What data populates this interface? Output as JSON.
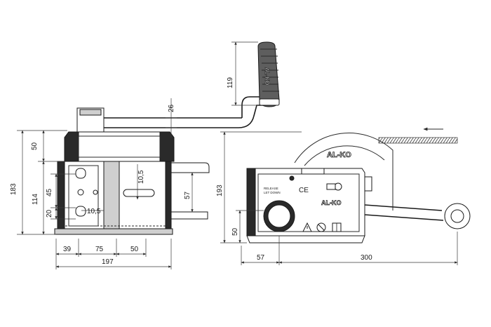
{
  "front_view": {
    "dims": {
      "d_50_top": "50",
      "d_183": "183",
      "d_114": "114",
      "d_45": "45",
      "d_20": "20",
      "d_10_5_left": "10,5",
      "d_10_5_right": "10,5",
      "d_57": "57",
      "d_39": "39",
      "d_75": "75",
      "d_50_bottom": "50",
      "d_197": "197",
      "d_26": "26",
      "d_119": "119"
    },
    "handle_text": "AL-KO"
  },
  "side_view": {
    "dims": {
      "d_193": "193",
      "d_50": "50",
      "d_57": "57",
      "d_300": "300"
    },
    "brand_drum": "AL-KO",
    "brand_plate": "AL-KO",
    "label_ce": "CE",
    "label_small_1": "RELEASE",
    "label_small_2": "LET DOWN"
  }
}
